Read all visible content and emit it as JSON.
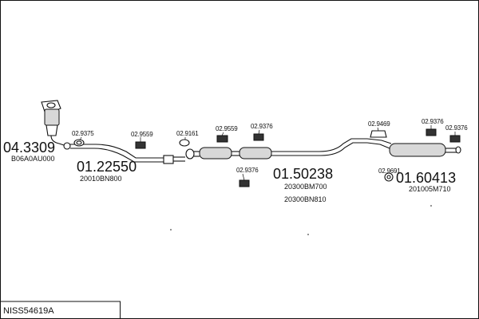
{
  "diagram_code": "NISS54619A",
  "parts": {
    "cat_converter": {
      "number": "04.3309",
      "ref": "B06A0AU000"
    },
    "front_pipe": {
      "number": "01.22550",
      "ref": "20010BN800"
    },
    "middle_silencer": {
      "number": "01.50238",
      "ref1": "20300BM700",
      "ref2": "20300BN810"
    },
    "rear_silencer": {
      "number": "01.60413",
      "ref": "201005M710"
    }
  },
  "accessories": {
    "a1": "02.9375",
    "a2": "02.9559",
    "a3": "02.9161",
    "a4": "02.9559",
    "a5": "02.9376",
    "a6": "02.9376",
    "a7": "02.9469",
    "a8": "02.9376",
    "a9": "02.9376",
    "a10": "02.9691"
  }
}
